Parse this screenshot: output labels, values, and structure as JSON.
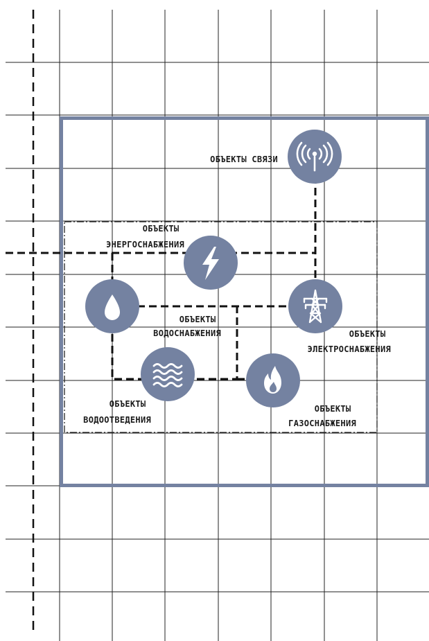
{
  "colors": {
    "grid": "#222222",
    "frame": "#7482a1",
    "node_fill": "#7482a1",
    "icon": "#ffffff",
    "connector": "#111111",
    "text": "#1a1a1a"
  },
  "nodes": [
    {
      "id": "communications",
      "icon": "antenna-icon",
      "label_lines": [
        "ОБЪЕКТЫ СВЯЗИ"
      ]
    },
    {
      "id": "energy",
      "icon": "lightning-icon",
      "label_lines": [
        "ОБЪЕКТЫ",
        "ЭНЕРГОСНАБЖЕНИЯ"
      ]
    },
    {
      "id": "water-supply",
      "icon": "water-drop-icon",
      "label_lines": [
        "ОБЪЕКТЫ",
        "ВОДОСНАБЖЕНИЯ"
      ]
    },
    {
      "id": "electricity",
      "icon": "power-tower-icon",
      "label_lines": [
        "ОБЪЕКТЫ",
        "ЭЛЕКТРОСНАБЖЕНИЯ"
      ]
    },
    {
      "id": "drainage",
      "icon": "waves-icon",
      "label_lines": [
        "ОБЪЕКТЫ",
        "ВОДООТВЕДЕНИЯ"
      ]
    },
    {
      "id": "gas",
      "icon": "flame-icon",
      "label_lines": [
        "ОБЪЕКТЫ",
        "ГАЗОСНАБЖЕНИЯ"
      ]
    }
  ]
}
